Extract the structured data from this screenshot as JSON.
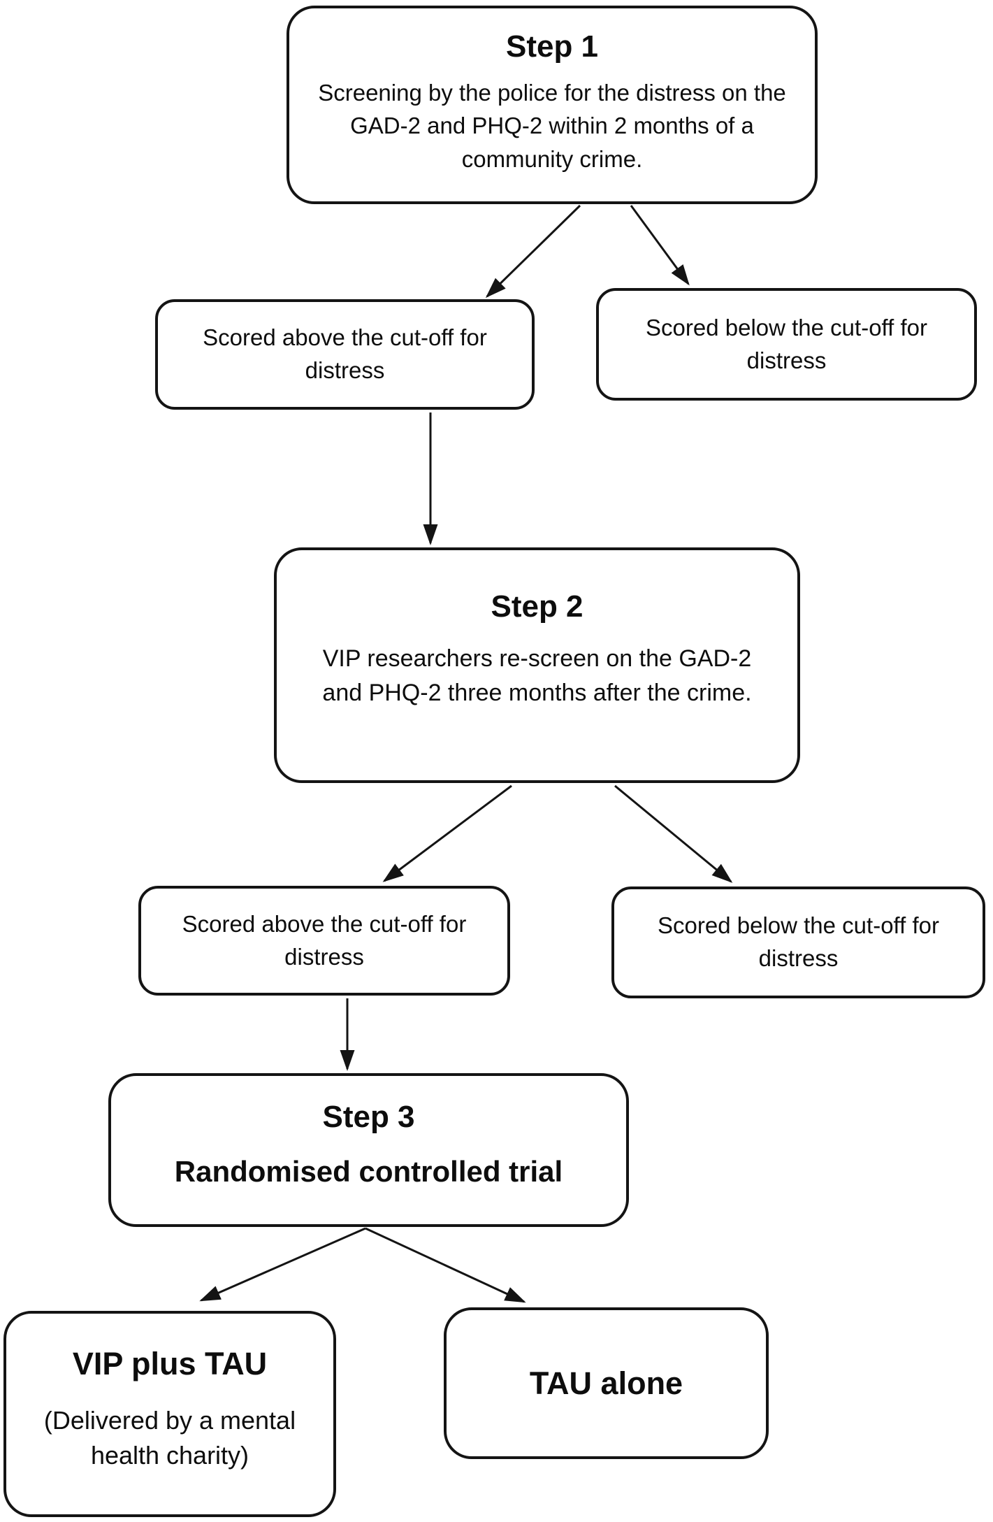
{
  "diagram": {
    "type": "flowchart",
    "nodes": {
      "step1": {
        "title": "Step 1",
        "body": "Screening by the police for the distress on the GAD-2 and PHQ-2 within 2 months of a community crime."
      },
      "scored_above_1": {
        "label": "Scored above the cut-off for distress"
      },
      "scored_below_1": {
        "label": "Scored below the cut-off for distress"
      },
      "step2": {
        "title": "Step 2",
        "body": "VIP researchers re-screen on the GAD-2 and PHQ-2 three months after the crime."
      },
      "scored_above_2": {
        "label": "Scored above the cut-off for distress"
      },
      "scored_below_2": {
        "label": "Scored below the cut-off for distress"
      },
      "step3": {
        "title": "Step 3",
        "subtitle": "Randomised controlled trial"
      },
      "vip_plus_tau": {
        "title": "VIP plus TAU",
        "body": "(Delivered by a mental health charity)"
      },
      "tau_alone": {
        "title": "TAU alone"
      }
    },
    "edges": [
      {
        "from": "step1",
        "to": "scored_above_1"
      },
      {
        "from": "step1",
        "to": "scored_below_1"
      },
      {
        "from": "scored_above_1",
        "to": "step2"
      },
      {
        "from": "step2",
        "to": "scored_above_2"
      },
      {
        "from": "step2",
        "to": "scored_below_2"
      },
      {
        "from": "scored_above_2",
        "to": "step3"
      },
      {
        "from": "step3",
        "to": "vip_plus_tau"
      },
      {
        "from": "step3",
        "to": "tau_alone"
      }
    ],
    "colors": {
      "border": "#141414",
      "text": "#0d0d0d",
      "background": "#ffffff"
    }
  }
}
